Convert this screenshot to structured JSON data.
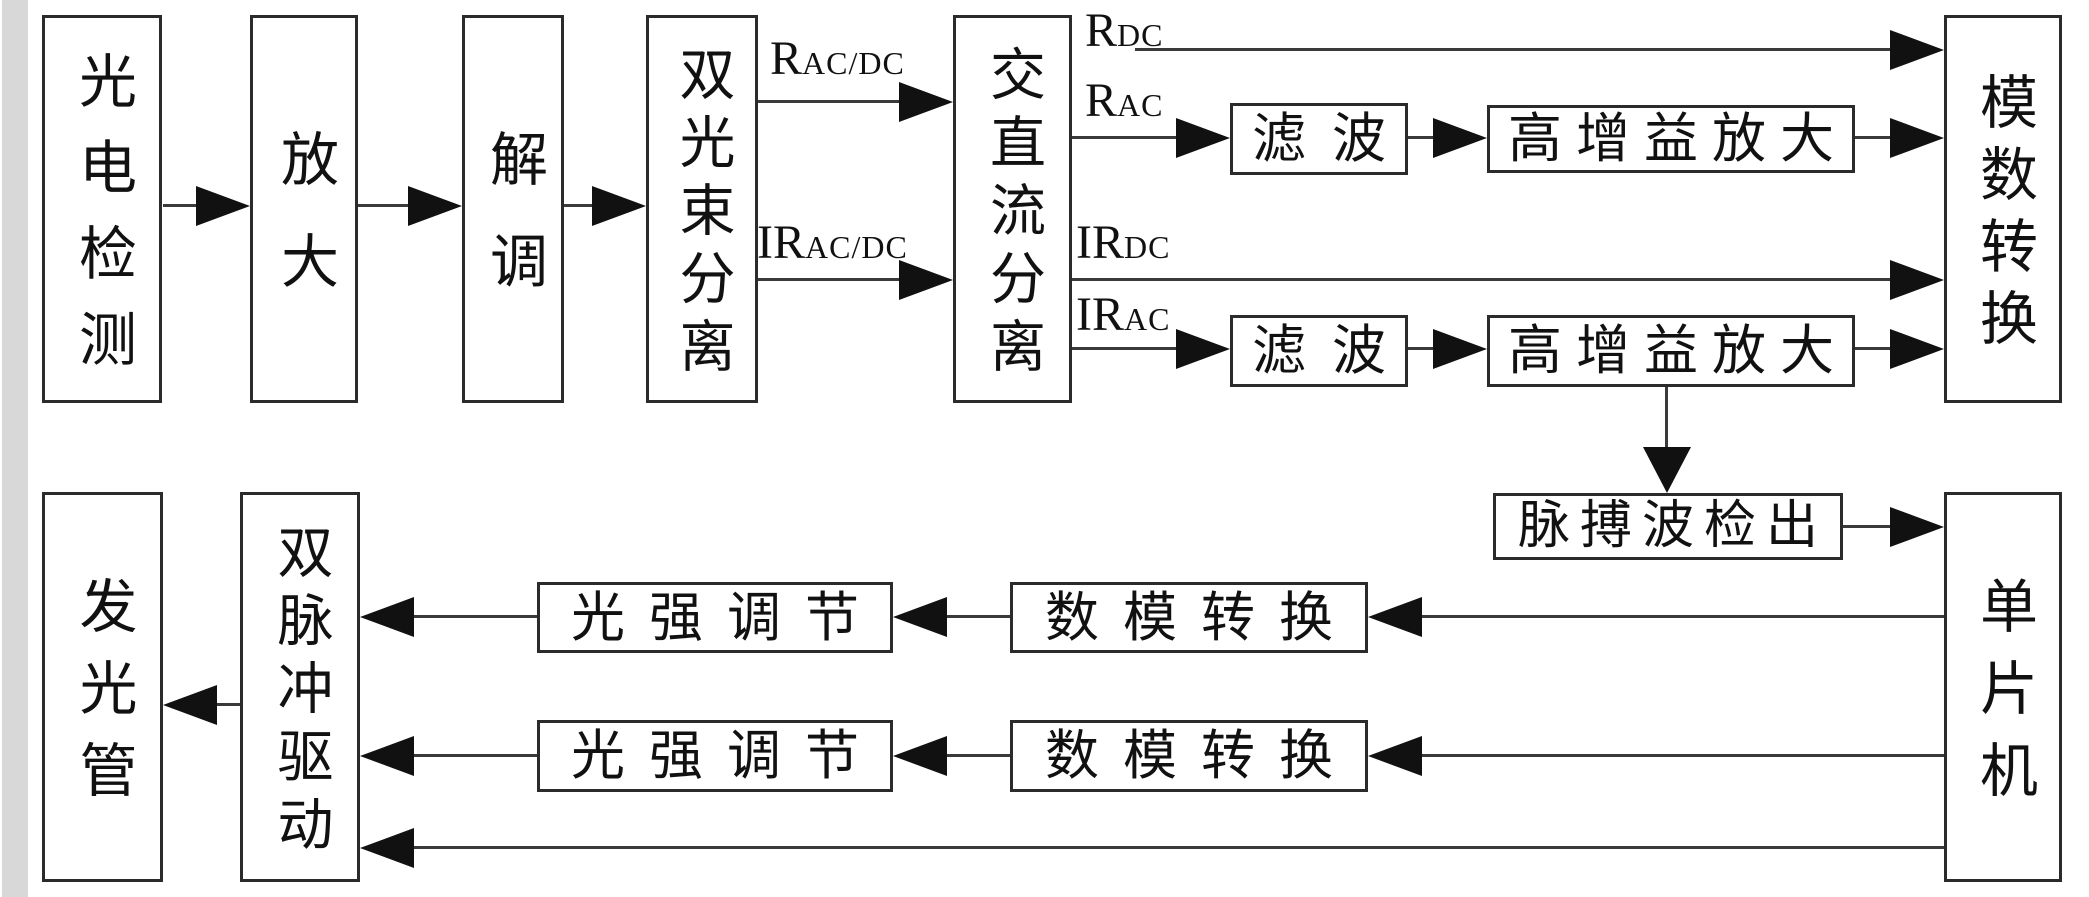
{
  "diagram": {
    "type": "block-diagram",
    "description": "Dual-wavelength photoelectric pulse signal processing block diagram",
    "colors": {
      "background": "#ffffff",
      "box_border": "#2b2b2b",
      "line": "#3a3a3a",
      "arrowhead": "#111111",
      "text": "#111111",
      "scan_strip": "#d8d8d8"
    },
    "nodes": {
      "photodetect": {
        "label": "光电检测"
      },
      "amplify": {
        "label": "放大"
      },
      "demodulate": {
        "label": "解调"
      },
      "dual_beam_split": {
        "label": "双光束分离"
      },
      "ac_dc_split": {
        "label": "交直流分离"
      },
      "filter_r": {
        "label": "滤波"
      },
      "high_gain_r": {
        "label": "高增益放大"
      },
      "filter_ir": {
        "label": "滤波"
      },
      "high_gain_ir": {
        "label": "高增益放大"
      },
      "adc": {
        "label": "模数转换"
      },
      "pulse_detect": {
        "label": "脉搏波检出"
      },
      "mcu": {
        "label": "单片机"
      },
      "dac_1": {
        "label": "数模转换"
      },
      "light_adjust_1": {
        "label": "光强调节"
      },
      "dac_2": {
        "label": "数模转换"
      },
      "light_adjust_2": {
        "label": "光强调节"
      },
      "dual_pulse_drive": {
        "label": "双脉冲驱动"
      },
      "led": {
        "label": "发光管"
      }
    },
    "signal_labels": {
      "rac_dc": {
        "main": "R",
        "sub": "AC/DC"
      },
      "irac_dc": {
        "main": "IR",
        "sub": "AC/DC"
      },
      "rdc": {
        "main": "R",
        "sub": "DC"
      },
      "rac": {
        "main": "R",
        "sub": "AC"
      },
      "irdc": {
        "main": "IR",
        "sub": "DC"
      },
      "irac": {
        "main": "IR",
        "sub": "AC"
      }
    },
    "edges": [
      "photodetect -> amplify",
      "amplify -> demodulate",
      "demodulate -> dual_beam_split",
      "dual_beam_split -> ac_dc_split (RAC/DC)",
      "dual_beam_split -> ac_dc_split (IRAC/DC)",
      "ac_dc_split -> adc (RDC)",
      "ac_dc_split -> filter_r (RAC)",
      "ac_dc_split -> adc (IRDC)",
      "ac_dc_split -> filter_ir (IRAC)",
      "filter_r -> high_gain_r",
      "high_gain_r -> adc",
      "filter_ir -> high_gain_ir",
      "high_gain_ir -> adc",
      "high_gain_ir -> pulse_detect",
      "pulse_detect -> mcu",
      "mcu -> dac_1",
      "dac_1 -> light_adjust_1",
      "light_adjust_1 -> dual_pulse_drive",
      "mcu -> dac_2",
      "dac_2 -> light_adjust_2",
      "light_adjust_2 -> dual_pulse_drive",
      "mcu -> dual_pulse_drive",
      "dual_pulse_drive -> led"
    ]
  }
}
